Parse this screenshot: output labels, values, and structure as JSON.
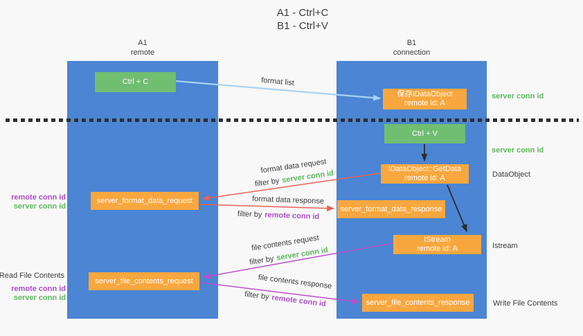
{
  "title": {
    "line1": "A1 - Ctrl+C",
    "line2": "B1 - Ctrl+V"
  },
  "columns": {
    "left": {
      "title": "A1",
      "subtitle": "remote"
    },
    "right": {
      "title": "B1",
      "subtitle": "connection"
    }
  },
  "nodes": {
    "ctrl_c": {
      "label": "Ctrl + C"
    },
    "save_dataobject": {
      "line1": "保存IDataObject",
      "line2": "remote id: A"
    },
    "ctrl_v": {
      "label": "Ctrl + V"
    },
    "getdata": {
      "line1": "IDataObject::GetData",
      "line2": "remote id: A"
    },
    "format_request": {
      "label": "server_format_data_request"
    },
    "format_response": {
      "label": "server_format_data_response"
    },
    "istream": {
      "line1": "IStream",
      "line2": "remote id: A"
    },
    "file_request": {
      "label": "server_file_contents_request"
    },
    "file_response": {
      "label": "server_file_contents_response"
    }
  },
  "arrows": {
    "format_list": {
      "label": "format list"
    },
    "format_data_request": {
      "label": "format data request",
      "filter_prefix": "filter by",
      "filter_id": "server conn id"
    },
    "format_data_response": {
      "label": "format data response",
      "filter_prefix": "filter by",
      "filter_id": "remote conn id"
    },
    "file_contents_request": {
      "label": "file contents request",
      "filter_prefix": "filter by",
      "filter_id": "server conn id"
    },
    "file_contents_response": {
      "label": "file contents response",
      "filter_prefix": "filter by",
      "filter_id": "remote conn id"
    }
  },
  "annotations": {
    "right_server_conn_id_top": "server conn id",
    "right_server_conn_id_mid": "server conn id",
    "right_dataobject": "DataObject",
    "right_istream": "Istream",
    "right_write_file": "Write File Contents",
    "left_remote_conn_id_top": "remote conn id",
    "left_server_conn_id_top": "server conn id",
    "left_read_file": "Read File Contents",
    "left_remote_conn_id_bottom": "remote conn id",
    "left_server_conn_id_bottom": "server conn id"
  },
  "colors": {
    "background": "#f8f8f8",
    "column_blue": "#4b85d3",
    "box_green": "#6fbe71",
    "box_orange": "#f8a73f",
    "text_green": "#5cb85c",
    "text_purple": "#ad4fc4",
    "arrow_red": "#e96157",
    "arrow_magenta": "#bb4ec9",
    "arrow_lightblue": "#a9d3f2",
    "arrow_black": "#2b2b2b",
    "text_dark": "#3c3c3c"
  }
}
